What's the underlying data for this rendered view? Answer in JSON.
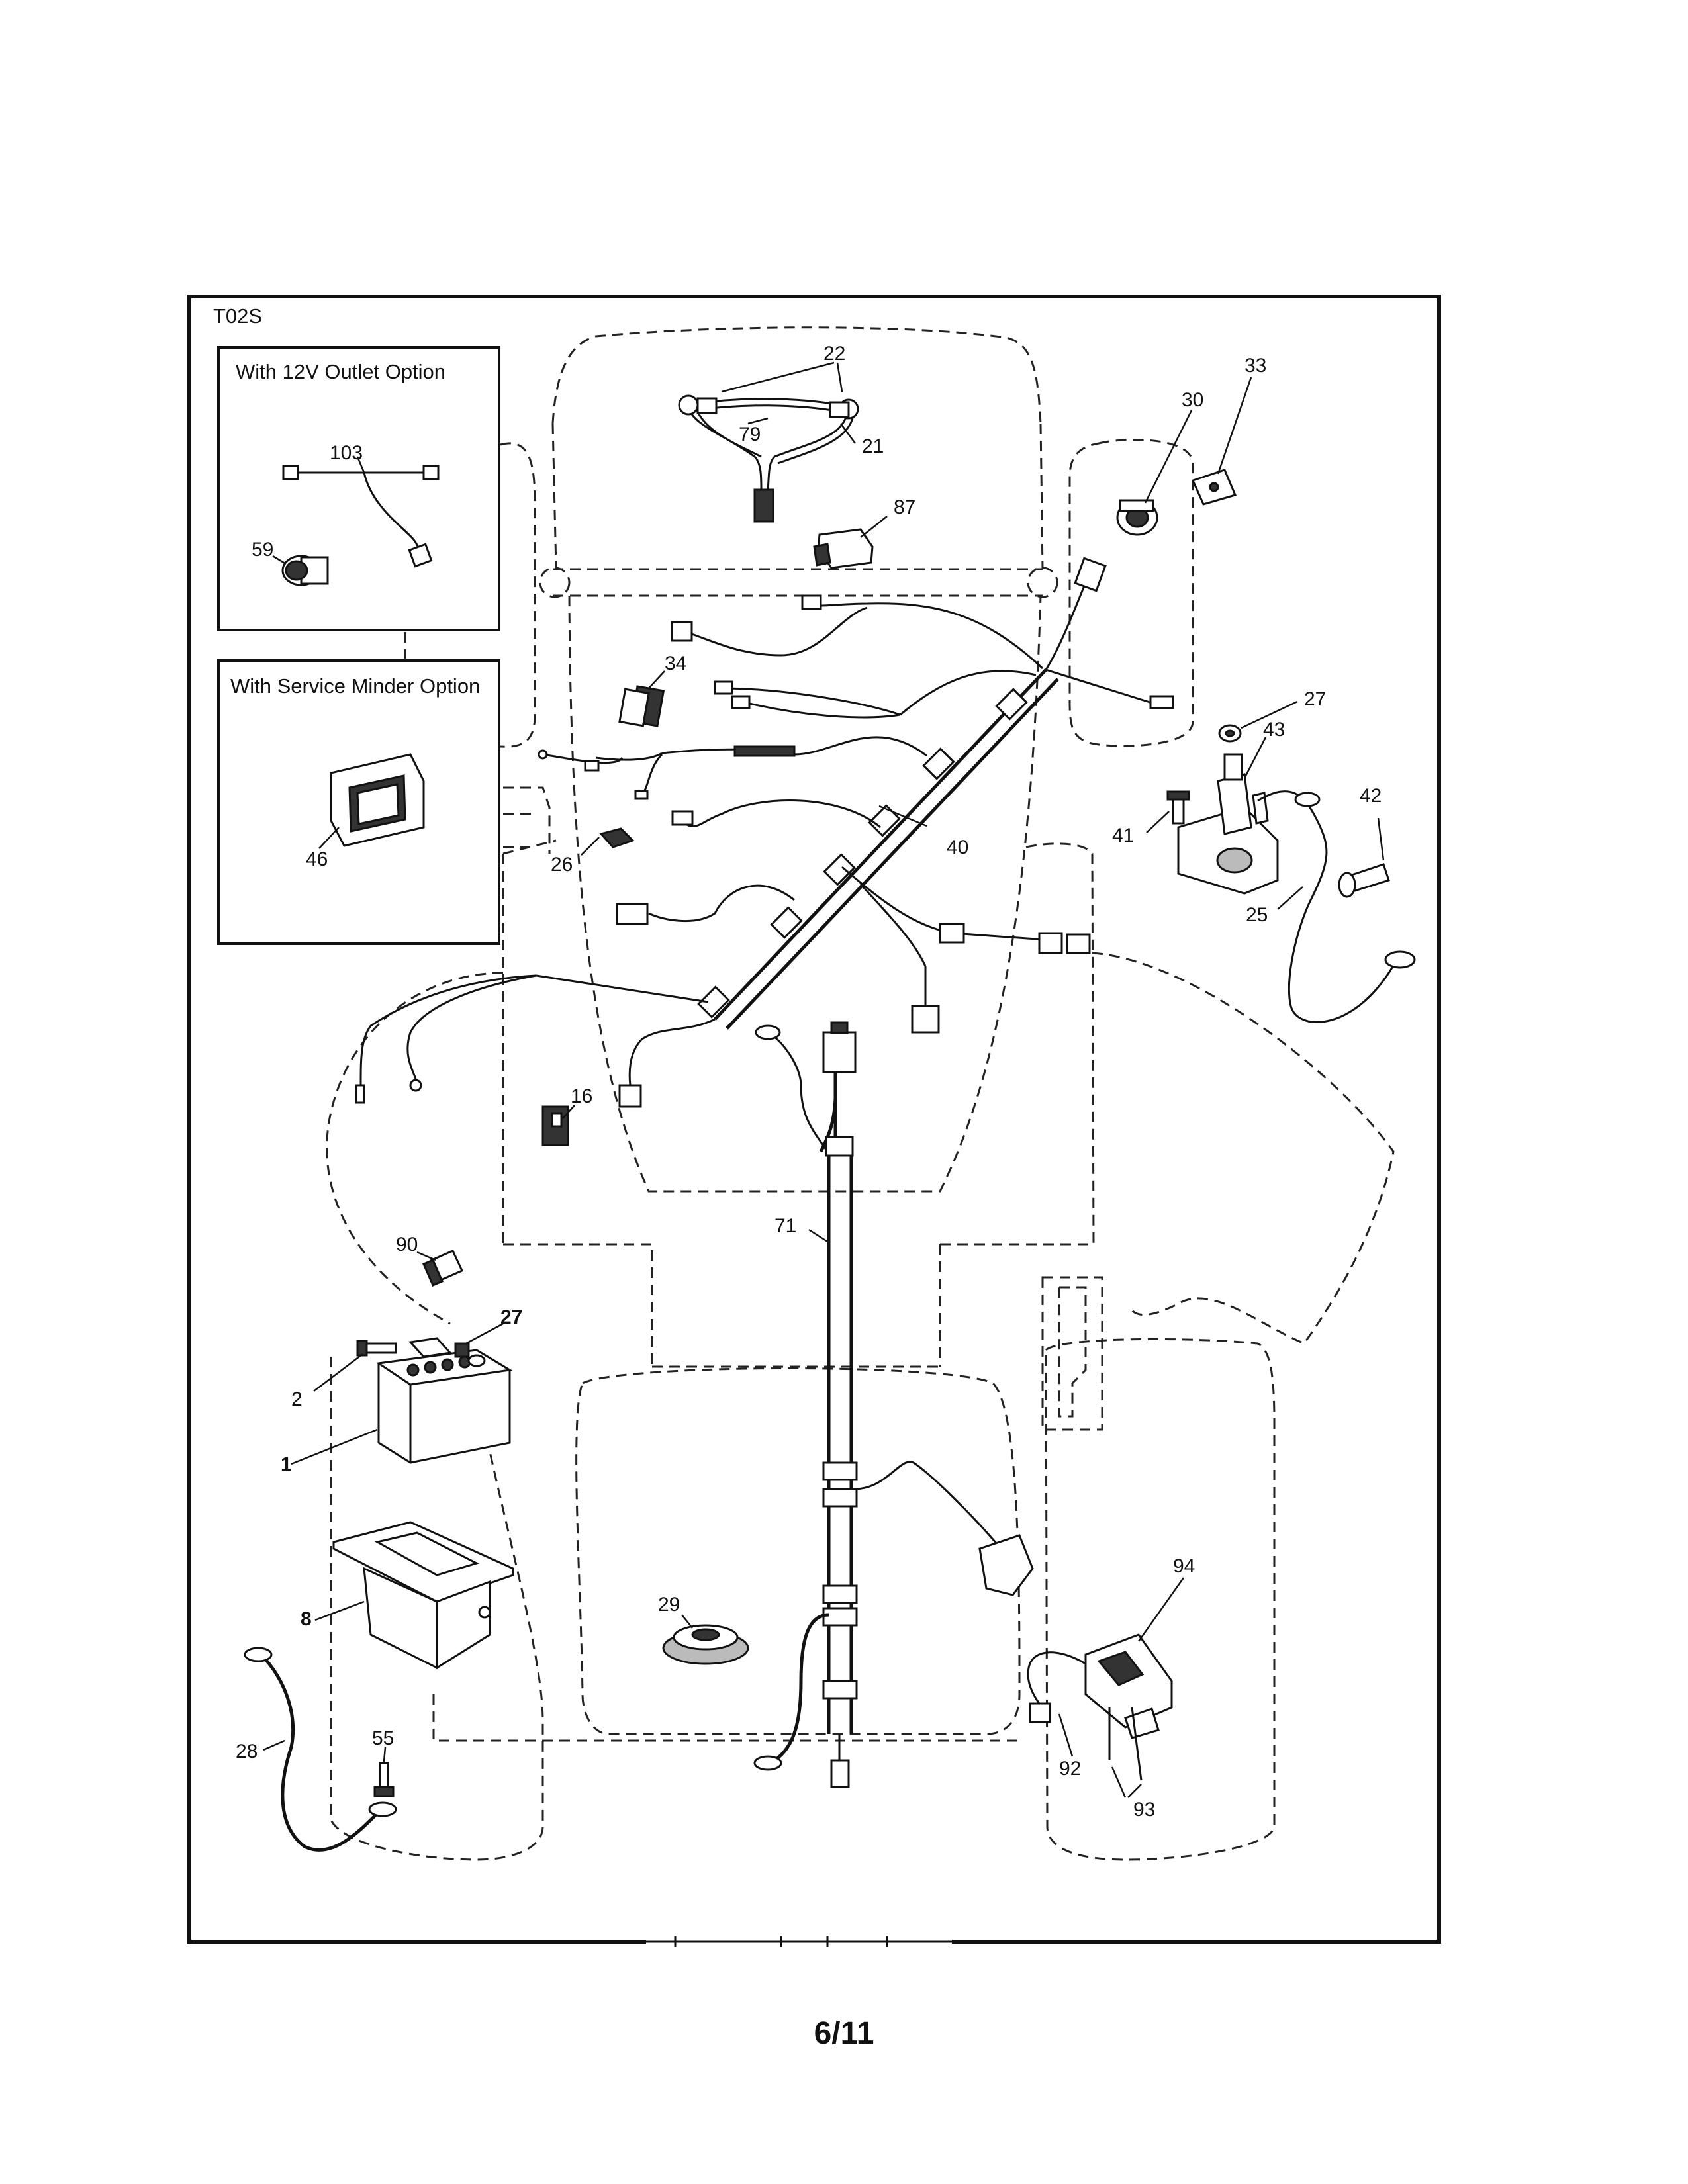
{
  "diagram_code": "T02S",
  "inset_12v": {
    "title": "With 12V Outlet Option"
  },
  "inset_service_minder": {
    "title": "With Service Minder Option"
  },
  "callouts": {
    "c1": "1",
    "c2": "2",
    "c8": "8",
    "c16": "16",
    "c21": "21",
    "c22": "22",
    "c25": "25",
    "c26": "26",
    "c27a": "27",
    "c27b": "27",
    "c28": "28",
    "c29": "29",
    "c30": "30",
    "c33": "33",
    "c34": "34",
    "c40": "40",
    "c41": "41",
    "c42": "42",
    "c43": "43",
    "c46": "46",
    "c55": "55",
    "c59": "59",
    "c71": "71",
    "c79": "79",
    "c87": "87",
    "c90": "90",
    "c92": "92",
    "c93": "93",
    "c94": "94",
    "c103": "103"
  },
  "page_number": "6/11"
}
